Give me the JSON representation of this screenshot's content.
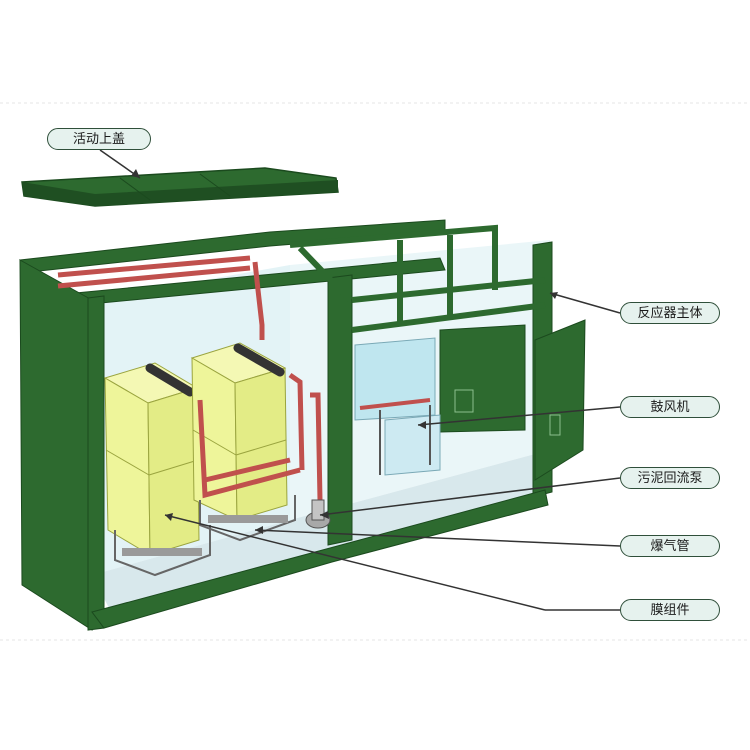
{
  "labels": {
    "lid": "活动上盖",
    "reactor_body": "反应器主体",
    "blower": "鼓风机",
    "sludge_pump": "污泥回流泵",
    "aeration_pipe": "爆气管",
    "membrane_module": "膜组件"
  },
  "colors": {
    "container_green": "#2d6a2f",
    "container_dark": "#1f4f22",
    "interior": "#e3f3f6",
    "floor": "#d8e8ec",
    "tank_yellow": "#eef59a",
    "pipe_red": "#c0504d",
    "blower_blue": "#bfe6ef",
    "label_fill": "#e6f2ee"
  }
}
